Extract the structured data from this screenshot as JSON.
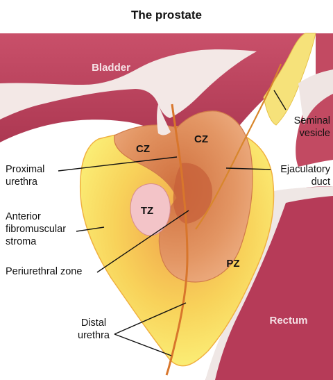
{
  "title": "The prostate",
  "organs": {
    "bladder": "Bladder",
    "rectum": "Rectum"
  },
  "zones": {
    "cz_left": "CZ",
    "cz_right": "CZ",
    "tz": "TZ",
    "pz": "PZ"
  },
  "labels": {
    "seminal_vesicle": [
      "Seminal",
      "vesicle"
    ],
    "proximal_urethra": [
      "Proximal",
      "urethra"
    ],
    "ejaculatory_duct": [
      "Ejaculatory",
      "duct"
    ],
    "anterior_stroma": [
      "Anterior",
      "fibromuscular",
      "stroma"
    ],
    "periurethral_zone": [
      "Periurethral zone"
    ],
    "distal_urethra": [
      "Distal",
      "urethra"
    ]
  },
  "colors": {
    "tissue": "#b8405a",
    "bladder_lumen": "#f3e8e6",
    "stroma_yellow": "#fbf27a",
    "stroma_orange": "#f2b24a",
    "prostate_tan": "#e9a070",
    "transition_pink": "#f3c4c8",
    "urethra": "#d8762c"
  }
}
